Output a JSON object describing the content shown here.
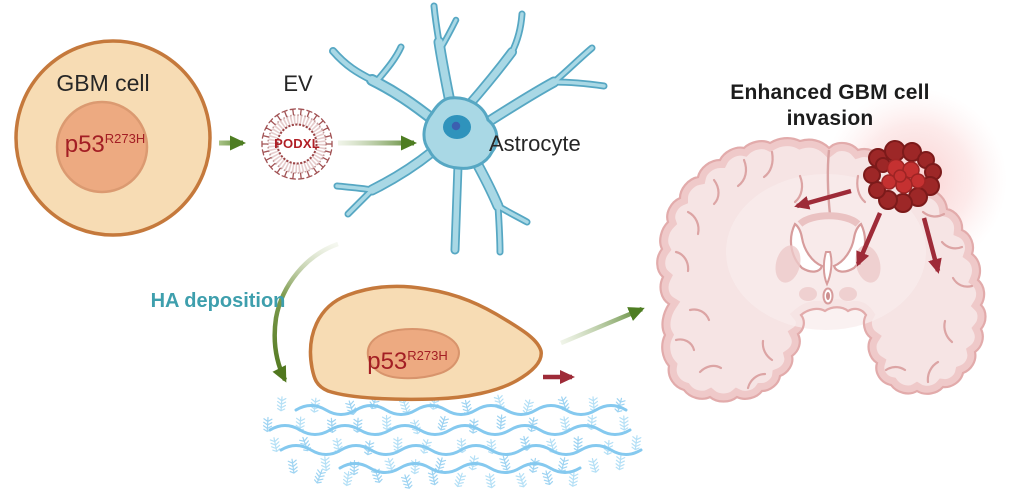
{
  "figure": {
    "title": "Enhanced GBM cell invasion",
    "labels": {
      "gbm_cell": "GBM cell",
      "mutation": {
        "base": "p53",
        "sup": "R273H"
      },
      "ev": "EV",
      "ev_cargo": "PODXL",
      "astrocyte": "Astrocyte",
      "ha_deposition": "HA deposition"
    },
    "colors": {
      "cell_fill": "#f7dcb4",
      "cell_stroke": "#c5793c",
      "nucleus_fill": "#edaa81",
      "nucleus_stroke": "#db9a71",
      "mutation_text": "#a31e24",
      "astro_fill": "#a9d8e5",
      "astro_stroke": "#56a7c3",
      "astro_nucleus": "#2f93bc",
      "astro_nucleolus": "#3b5fb0",
      "arrow_green": "#4e7d22",
      "arrow_dark_red": "#9e2b38",
      "teal_text": "#3e9fad",
      "ev_ring": "#e0c2c2",
      "ev_spike": "#a25355",
      "ha_blue": "#85c9ef",
      "ha_feather_blue": "#aadbf5",
      "brain_fill": "#f6e4e4",
      "brain_cortex": "#efc9c9",
      "brain_outline": "#e2abab",
      "tumor_core": "#c53131",
      "tumor_rim": "#9d2727"
    }
  }
}
